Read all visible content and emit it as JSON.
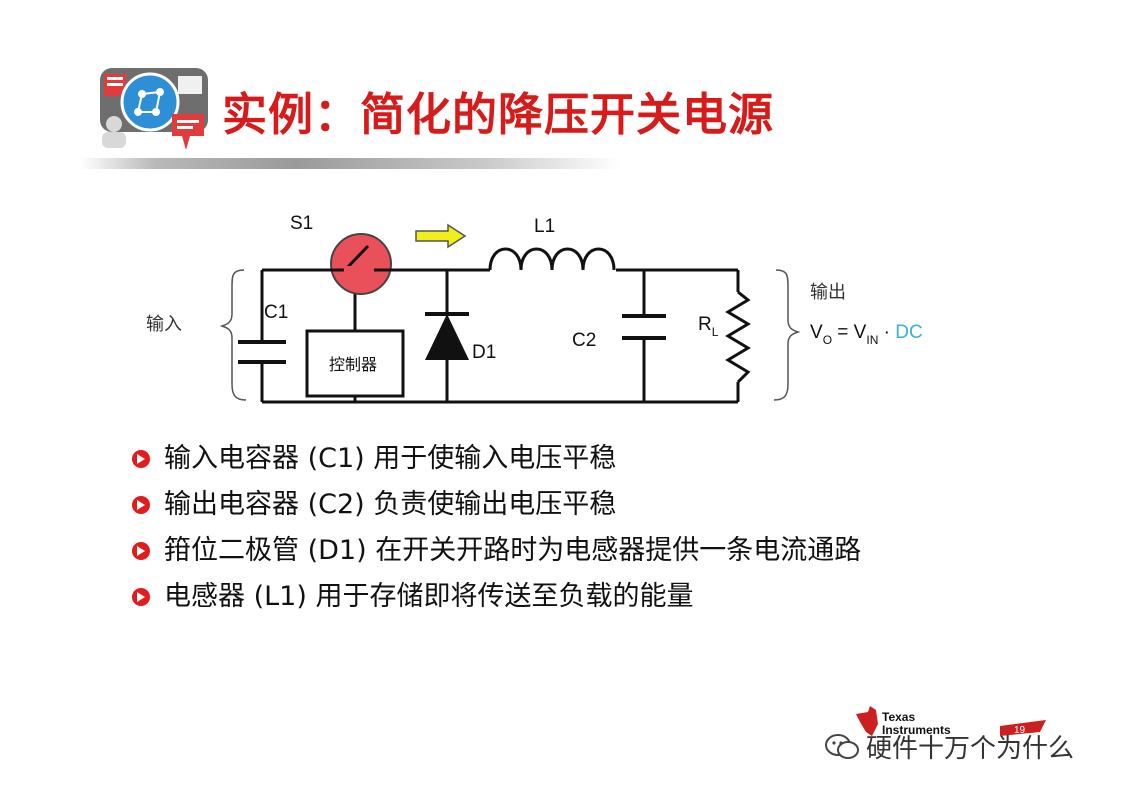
{
  "slide": {
    "title": "实例：简化的降压开关电源"
  },
  "diagram": {
    "labels": {
      "s1": "S1",
      "l1": "L1",
      "c1": "C1",
      "c2": "C2",
      "d1": "D1",
      "rl_main": "R",
      "rl_sub": "L",
      "controller": "控制器",
      "input": "输入",
      "output": "输出"
    },
    "formula": {
      "vo": "V",
      "vo_sub": "O",
      "eq": " = V",
      "vin_sub": "IN",
      "dot": " · ",
      "dc": "DC"
    },
    "colors": {
      "switch_fill": "#e9505a",
      "arrow_fill": "#f2ee1c",
      "dc_text": "#3aaedc",
      "title": "#d71a1a"
    }
  },
  "bullets": [
    "输入电容器  (C1) 用于使输入电压平稳",
    "输出电容器  (C2) 负责使输出电压平稳",
    "箝位二极管  (D1) 在开关开路时为电感器提供一条电流通路",
    "电感器  (L1)  用于存储即将传送至负载的能量"
  ],
  "footer": {
    "brand_line1": "Texas",
    "brand_line2": "Instruments",
    "page_number": "19",
    "watermark": "硬件十万个为什么"
  }
}
